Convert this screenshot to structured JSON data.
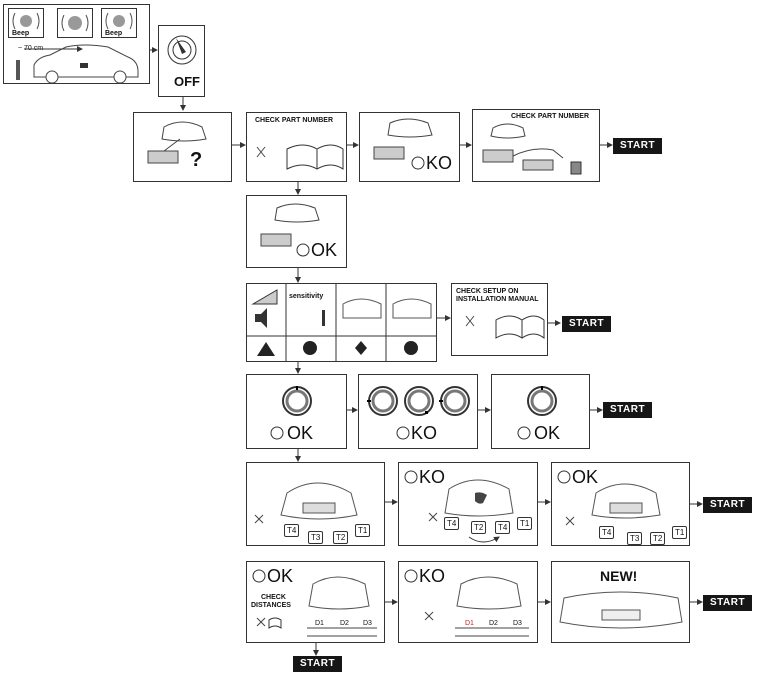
{
  "labels": {
    "beep": "Beep",
    "distance": "~ 70 cm",
    "off": "OFF",
    "question": "?",
    "check_part_number": "CHECK PART NUMBER",
    "ko": "KO",
    "ok": "OK",
    "start": "START",
    "sensitivity": "sensitivity",
    "check_setup_line1": "CHECK SETUP ON",
    "check_setup_line2": "INSTALLATION MANUAL",
    "check_distances_line1": "CHECK",
    "check_distances_line2": "DISTANCES",
    "new": "NEW!"
  },
  "sensor_tags": [
    "T4",
    "T3",
    "T2",
    "T1"
  ],
  "distance_tags": [
    "D1",
    "D2",
    "D3"
  ],
  "icons": [
    "sound-wave-icon",
    "car-icon",
    "key-off-icon",
    "book-icon",
    "control-unit-icon",
    "sad-face-icon",
    "happy-face-icon",
    "volume-icon",
    "warning-icon",
    "help-hex-icon",
    "sensor-ring-icon",
    "bumper-icon",
    "battery-icon",
    "wrench-icon",
    "muted-sound-icon"
  ]
}
